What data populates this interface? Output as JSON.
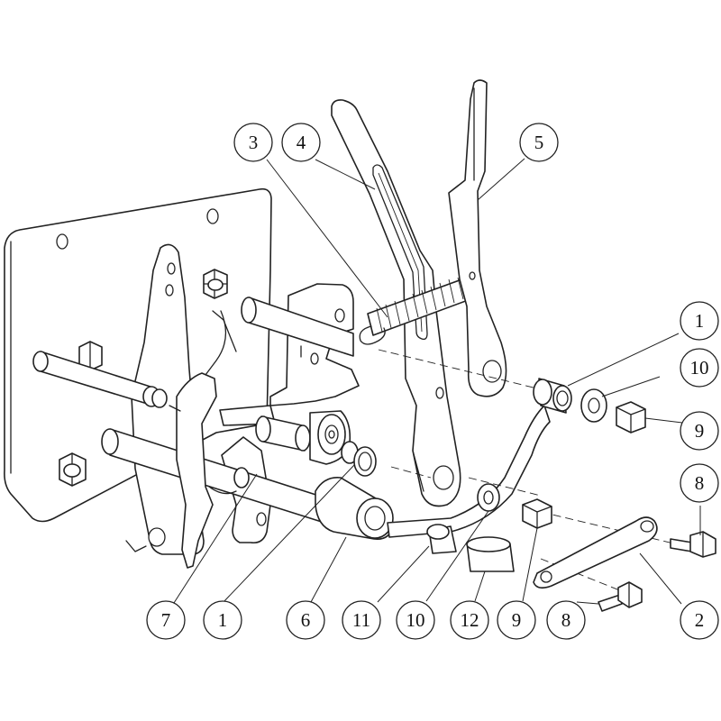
{
  "callouts": [
    {
      "id": "c3",
      "label": "3"
    },
    {
      "id": "c4",
      "label": "4"
    },
    {
      "id": "c5",
      "label": "5"
    },
    {
      "id": "c1a",
      "label": "1"
    },
    {
      "id": "c10a",
      "label": "10"
    },
    {
      "id": "c9a",
      "label": "9"
    },
    {
      "id": "c8a",
      "label": "8"
    },
    {
      "id": "c7",
      "label": "7"
    },
    {
      "id": "c1b",
      "label": "1"
    },
    {
      "id": "c6",
      "label": "6"
    },
    {
      "id": "c11",
      "label": "11"
    },
    {
      "id": "c10b",
      "label": "10"
    },
    {
      "id": "c12",
      "label": "12"
    },
    {
      "id": "c9b",
      "label": "9"
    },
    {
      "id": "c8b",
      "label": "8"
    },
    {
      "id": "c2",
      "label": "2"
    }
  ]
}
